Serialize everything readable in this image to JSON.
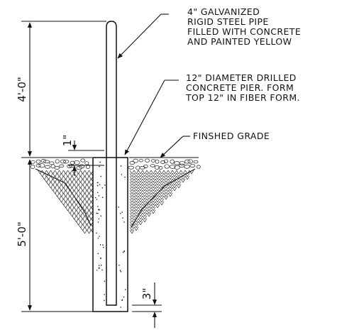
{
  "notes": {
    "pipe": [
      "4\" GALVANIZED",
      "RIGID STEEL PIPE",
      "FILLED WITH CONCRETE",
      "AND PAINTED YELLOW"
    ],
    "pier": [
      "12\" DIAMETER DRILLED",
      "CONCRETE PIER. FORM",
      "TOP 12\" IN FIBER FORM."
    ],
    "grade": "FINSHED GRADE"
  },
  "dimensions": {
    "above_grade": "4'-0\"",
    "below_grade": "5'-0\"",
    "form_offset": "1\"",
    "bottom_clearance": "3\""
  }
}
